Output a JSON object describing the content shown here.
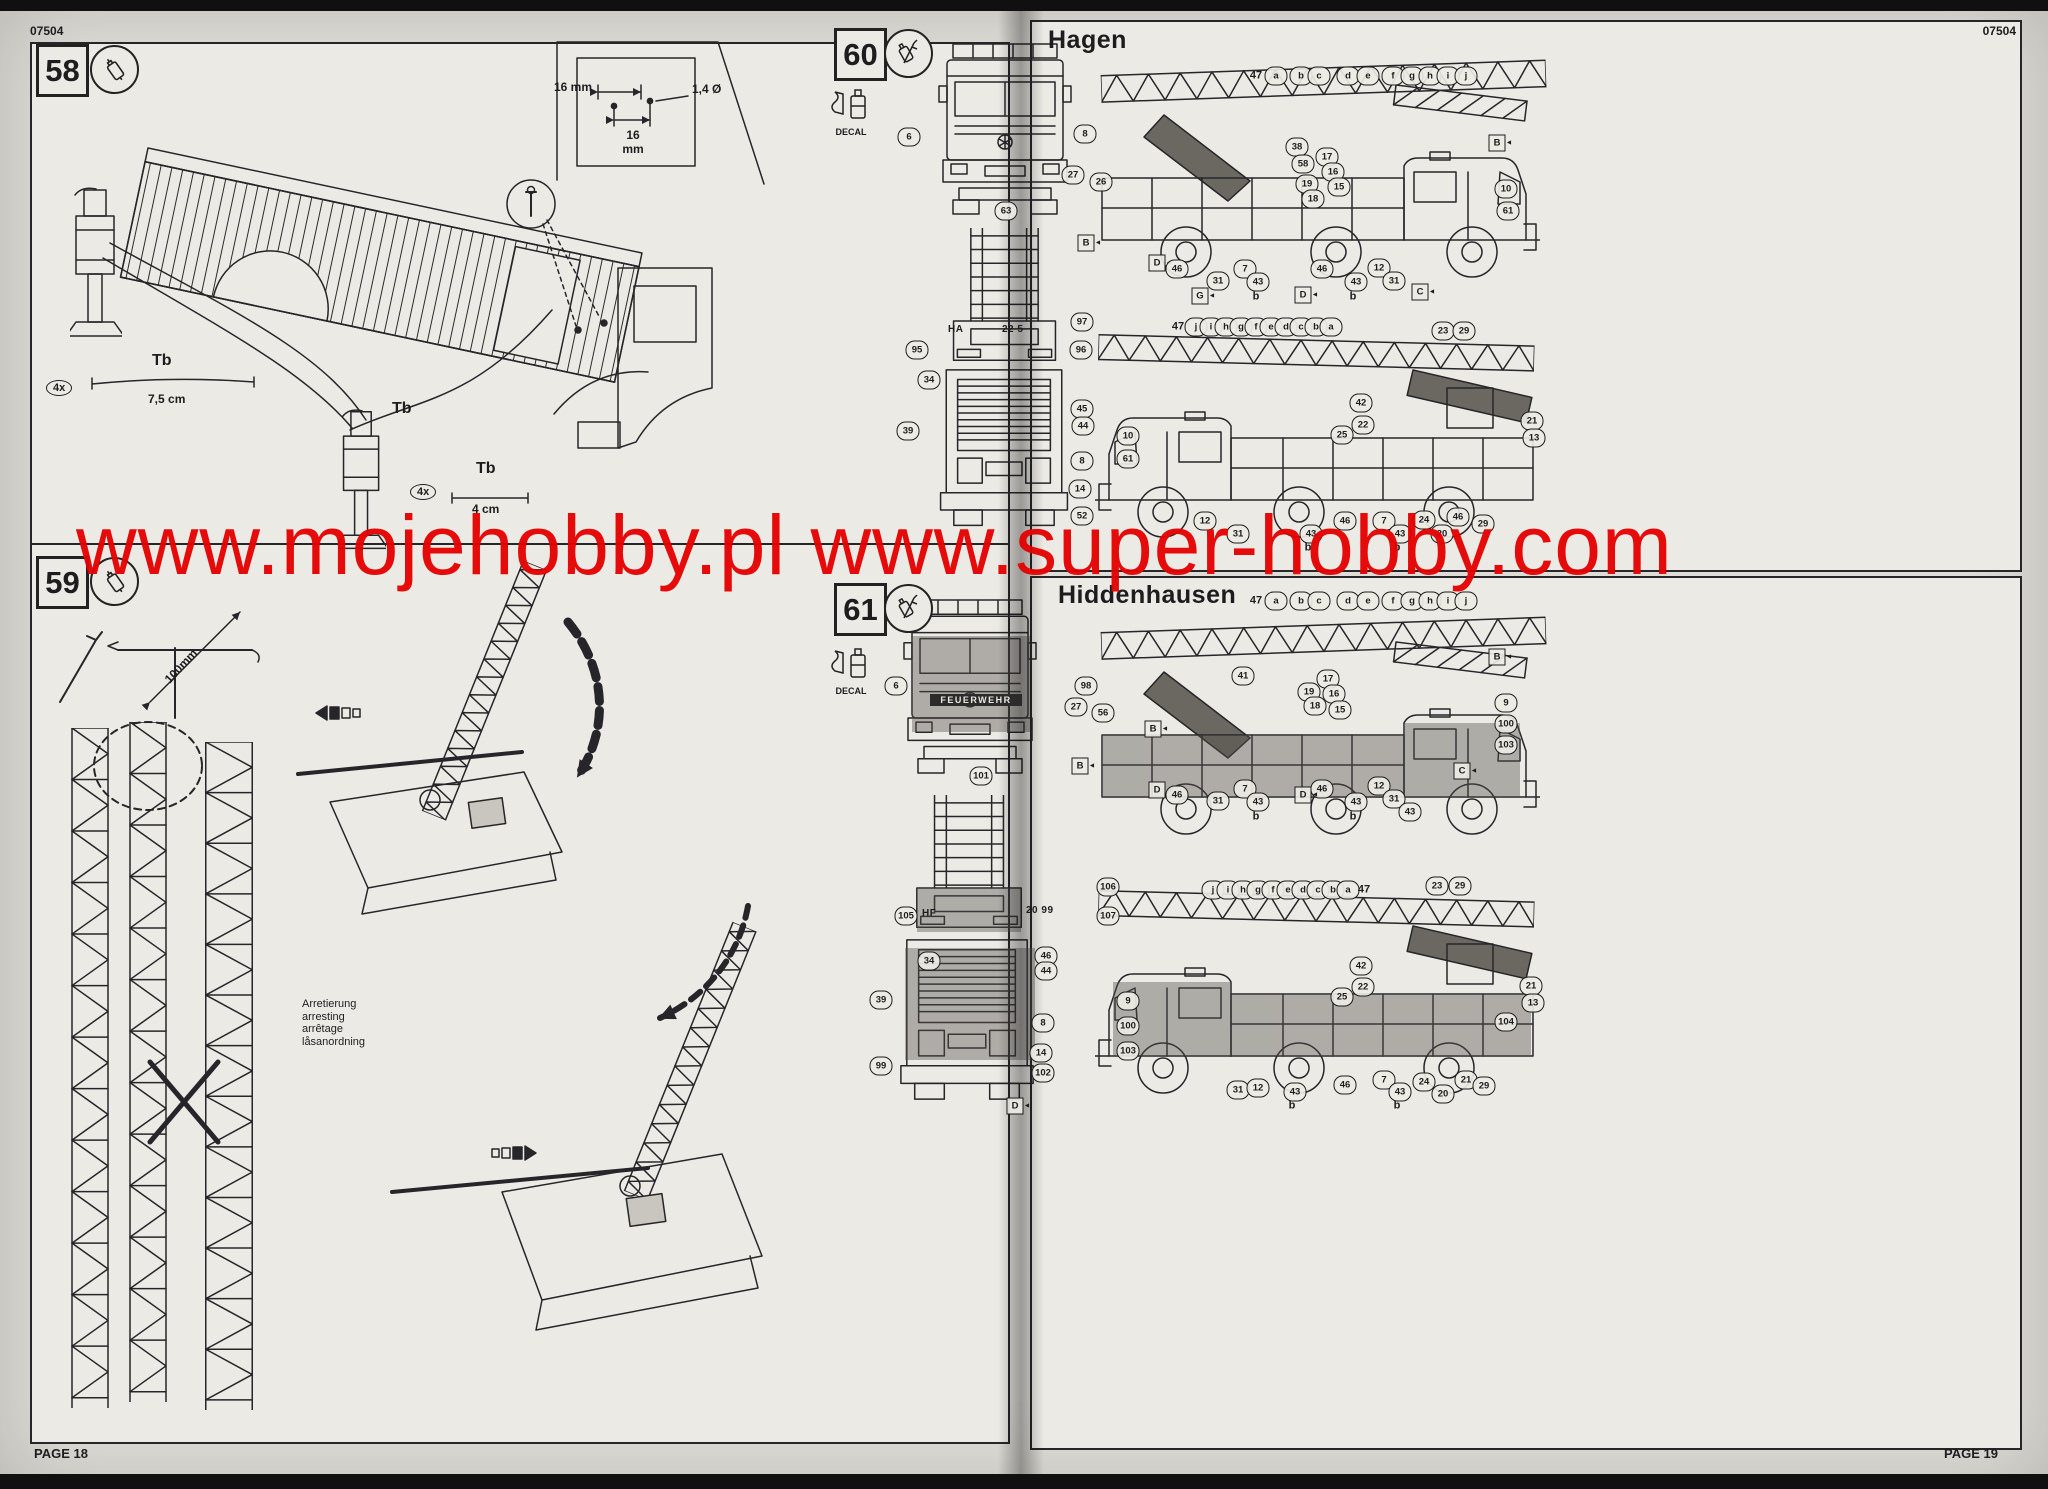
{
  "meta": {
    "kit_number": "07504"
  },
  "watermark": {
    "text": "www.mojehobby.pl www.super-hobby.com",
    "color": "#e60000"
  },
  "left_page": {
    "page_label": "PAGE 18",
    "step58": {
      "number": "58",
      "dim_16mm": "16 mm",
      "dim_diameter": "1,4 Ø",
      "dim_16mm_2": "16 mm",
      "part_tb_1": "Tb",
      "part_tb_2": "Tb",
      "part_tb_3": "Tb",
      "qty_1": "4x",
      "len_1": "7,5 cm",
      "qty_2": "4x",
      "len_2": "4 cm"
    },
    "step59": {
      "number": "59",
      "dim_100mm": "100mm",
      "note_lines": [
        "Arretierung",
        "arresting",
        "arrêtage",
        "låsanordning"
      ]
    }
  },
  "right_page": {
    "page_label": "PAGE 19",
    "step60": {
      "number": "60",
      "title": "Hagen",
      "decal_label": "DECAL",
      "plate_left": "HA",
      "plate_right": "22 5",
      "callouts": [
        [
          "47",
          1256,
          76,
          "p"
        ],
        [
          "a",
          1276,
          76
        ],
        [
          "b",
          1301,
          76
        ],
        [
          "c",
          1319,
          76
        ],
        [
          "d",
          1348,
          76
        ],
        [
          "e",
          1368,
          76
        ],
        [
          "f",
          1393,
          76
        ],
        [
          "g",
          1412,
          76
        ],
        [
          "h",
          1430,
          76
        ],
        [
          "i",
          1448,
          76
        ],
        [
          "j",
          1466,
          76
        ],
        [
          "6",
          909,
          137
        ],
        [
          "8",
          1085,
          134
        ],
        [
          "27",
          1073,
          175
        ],
        [
          "26",
          1101,
          182
        ],
        [
          "63",
          1006,
          211
        ],
        [
          "B",
          1086,
          243,
          "b"
        ],
        [
          "38",
          1297,
          147
        ],
        [
          "58",
          1303,
          164
        ],
        [
          "19",
          1307,
          184
        ],
        [
          "18",
          1313,
          199
        ],
        [
          "17",
          1327,
          157
        ],
        [
          "16",
          1333,
          172
        ],
        [
          "15",
          1339,
          187
        ],
        [
          "B",
          1497,
          143,
          "b"
        ],
        [
          "10",
          1506,
          189
        ],
        [
          "61",
          1508,
          211
        ],
        [
          "D",
          1157,
          263,
          "b"
        ],
        [
          "46",
          1177,
          269
        ],
        [
          "G",
          1200,
          296,
          "b"
        ],
        [
          "31",
          1218,
          281
        ],
        [
          "7",
          1245,
          269
        ],
        [
          "43",
          1258,
          282
        ],
        [
          "b",
          1256,
          297,
          "p"
        ],
        [
          "46",
          1322,
          269
        ],
        [
          "D",
          1303,
          295,
          "b"
        ],
        [
          "43",
          1356,
          282
        ],
        [
          "b",
          1353,
          297,
          "p"
        ],
        [
          "12",
          1379,
          268
        ],
        [
          "31",
          1394,
          281
        ],
        [
          "C",
          1420,
          292,
          "b"
        ],
        [
          "97",
          1082,
          322
        ],
        [
          "95",
          917,
          350
        ],
        [
          "96",
          1081,
          350
        ],
        [
          "34",
          929,
          380
        ],
        [
          "39",
          908,
          431
        ],
        [
          "45",
          1082,
          409
        ],
        [
          "44",
          1083,
          426
        ],
        [
          "8",
          1082,
          461
        ],
        [
          "14",
          1080,
          489
        ],
        [
          "52",
          1082,
          516
        ],
        [
          "47",
          1178,
          327,
          "p"
        ],
        [
          "j",
          1196,
          327
        ],
        [
          "i",
          1211,
          327
        ],
        [
          "h",
          1226,
          327
        ],
        [
          "g",
          1241,
          327
        ],
        [
          "f",
          1256,
          327
        ],
        [
          "e",
          1271,
          327
        ],
        [
          "d",
          1286,
          327
        ],
        [
          "c",
          1301,
          327
        ],
        [
          "b",
          1316,
          327
        ],
        [
          "a",
          1331,
          327
        ],
        [
          "23",
          1443,
          331
        ],
        [
          "29",
          1464,
          331
        ],
        [
          "42",
          1361,
          403
        ],
        [
          "22",
          1363,
          425
        ],
        [
          "25",
          1342,
          435
        ],
        [
          "21",
          1532,
          421
        ],
        [
          "13",
          1534,
          438
        ],
        [
          "10",
          1128,
          436
        ],
        [
          "61",
          1128,
          459
        ],
        [
          "12",
          1205,
          521
        ],
        [
          "31",
          1238,
          534
        ],
        [
          "43",
          1311,
          534
        ],
        [
          "b",
          1308,
          548,
          "p"
        ],
        [
          "46",
          1345,
          521
        ],
        [
          "7",
          1384,
          521
        ],
        [
          "43",
          1400,
          534
        ],
        [
          "b",
          1397,
          548,
          "p"
        ],
        [
          "24",
          1424,
          520
        ],
        [
          "20",
          1442,
          534
        ],
        [
          "46",
          1458,
          517
        ],
        [
          "29",
          1483,
          524
        ]
      ]
    },
    "step61": {
      "number": "61",
      "title": "Hiddenhausen",
      "decal_label": "DECAL",
      "plate_left": "HF",
      "plate_right": "20 99",
      "truck_text": "FEUERWEHR",
      "callouts": [
        [
          "47",
          1256,
          601,
          "p"
        ],
        [
          "a",
          1276,
          601
        ],
        [
          "b",
          1301,
          601
        ],
        [
          "c",
          1319,
          601
        ],
        [
          "d",
          1348,
          601
        ],
        [
          "e",
          1368,
          601
        ],
        [
          "f",
          1393,
          601
        ],
        [
          "g",
          1412,
          601
        ],
        [
          "h",
          1430,
          601
        ],
        [
          "i",
          1448,
          601
        ],
        [
          "j",
          1466,
          601
        ],
        [
          "6",
          896,
          686
        ],
        [
          "98",
          1086,
          686
        ],
        [
          "27",
          1076,
          707
        ],
        [
          "56",
          1103,
          713
        ],
        [
          "101",
          981,
          776
        ],
        [
          "B",
          1153,
          729,
          "b"
        ],
        [
          "41",
          1243,
          676
        ],
        [
          "19",
          1309,
          692
        ],
        [
          "18",
          1315,
          706
        ],
        [
          "17",
          1328,
          679
        ],
        [
          "16",
          1334,
          694
        ],
        [
          "15",
          1340,
          710
        ],
        [
          "B",
          1497,
          657,
          "b"
        ],
        [
          "9",
          1506,
          703
        ],
        [
          "100",
          1506,
          724
        ],
        [
          "103",
          1506,
          745
        ],
        [
          "B",
          1080,
          766,
          "b"
        ],
        [
          "D",
          1157,
          790,
          "b"
        ],
        [
          "46",
          1177,
          795
        ],
        [
          "31",
          1218,
          801
        ],
        [
          "7",
          1245,
          789
        ],
        [
          "43",
          1258,
          802
        ],
        [
          "b",
          1256,
          817,
          "p"
        ],
        [
          "46",
          1322,
          789
        ],
        [
          "D",
          1303,
          795,
          "b"
        ],
        [
          "43",
          1356,
          802
        ],
        [
          "b",
          1353,
          817,
          "p"
        ],
        [
          "12",
          1379,
          786
        ],
        [
          "31",
          1394,
          799
        ],
        [
          "43",
          1410,
          812
        ],
        [
          "C",
          1462,
          771,
          "b"
        ],
        [
          "106",
          1108,
          887
        ],
        [
          "105",
          906,
          916
        ],
        [
          "107",
          1108,
          916
        ],
        [
          "j",
          1213,
          890
        ],
        [
          "i",
          1228,
          890
        ],
        [
          "h",
          1243,
          890
        ],
        [
          "g",
          1258,
          890
        ],
        [
          "f",
          1273,
          890
        ],
        [
          "e",
          1288,
          890
        ],
        [
          "d",
          1303,
          890
        ],
        [
          "c",
          1318,
          890
        ],
        [
          "b",
          1333,
          890
        ],
        [
          "a",
          1348,
          890
        ],
        [
          "47",
          1364,
          890,
          "p"
        ],
        [
          "23",
          1437,
          886
        ],
        [
          "29",
          1460,
          886
        ],
        [
          "42",
          1361,
          966
        ],
        [
          "22",
          1363,
          987
        ],
        [
          "25",
          1342,
          997
        ],
        [
          "21",
          1531,
          986
        ],
        [
          "13",
          1533,
          1003
        ],
        [
          "104",
          1506,
          1022
        ],
        [
          "9",
          1128,
          1001
        ],
        [
          "100",
          1128,
          1026
        ],
        [
          "103",
          1128,
          1051
        ],
        [
          "34",
          929,
          961
        ],
        [
          "39",
          881,
          1000
        ],
        [
          "99",
          881,
          1066
        ],
        [
          "46",
          1046,
          956
        ],
        [
          "44",
          1046,
          971
        ],
        [
          "8",
          1043,
          1023
        ],
        [
          "14",
          1041,
          1053
        ],
        [
          "102",
          1043,
          1073
        ],
        [
          "D",
          1015,
          1106,
          "b"
        ],
        [
          "31",
          1238,
          1090
        ],
        [
          "12",
          1258,
          1088
        ],
        [
          "43",
          1295,
          1092
        ],
        [
          "b",
          1292,
          1106,
          "p"
        ],
        [
          "46",
          1345,
          1085
        ],
        [
          "7",
          1384,
          1080
        ],
        [
          "43",
          1400,
          1092
        ],
        [
          "b",
          1397,
          1106,
          "p"
        ],
        [
          "24",
          1424,
          1082
        ],
        [
          "20",
          1443,
          1094
        ],
        [
          "21",
          1466,
          1080
        ],
        [
          "29",
          1484,
          1086
        ]
      ]
    }
  }
}
